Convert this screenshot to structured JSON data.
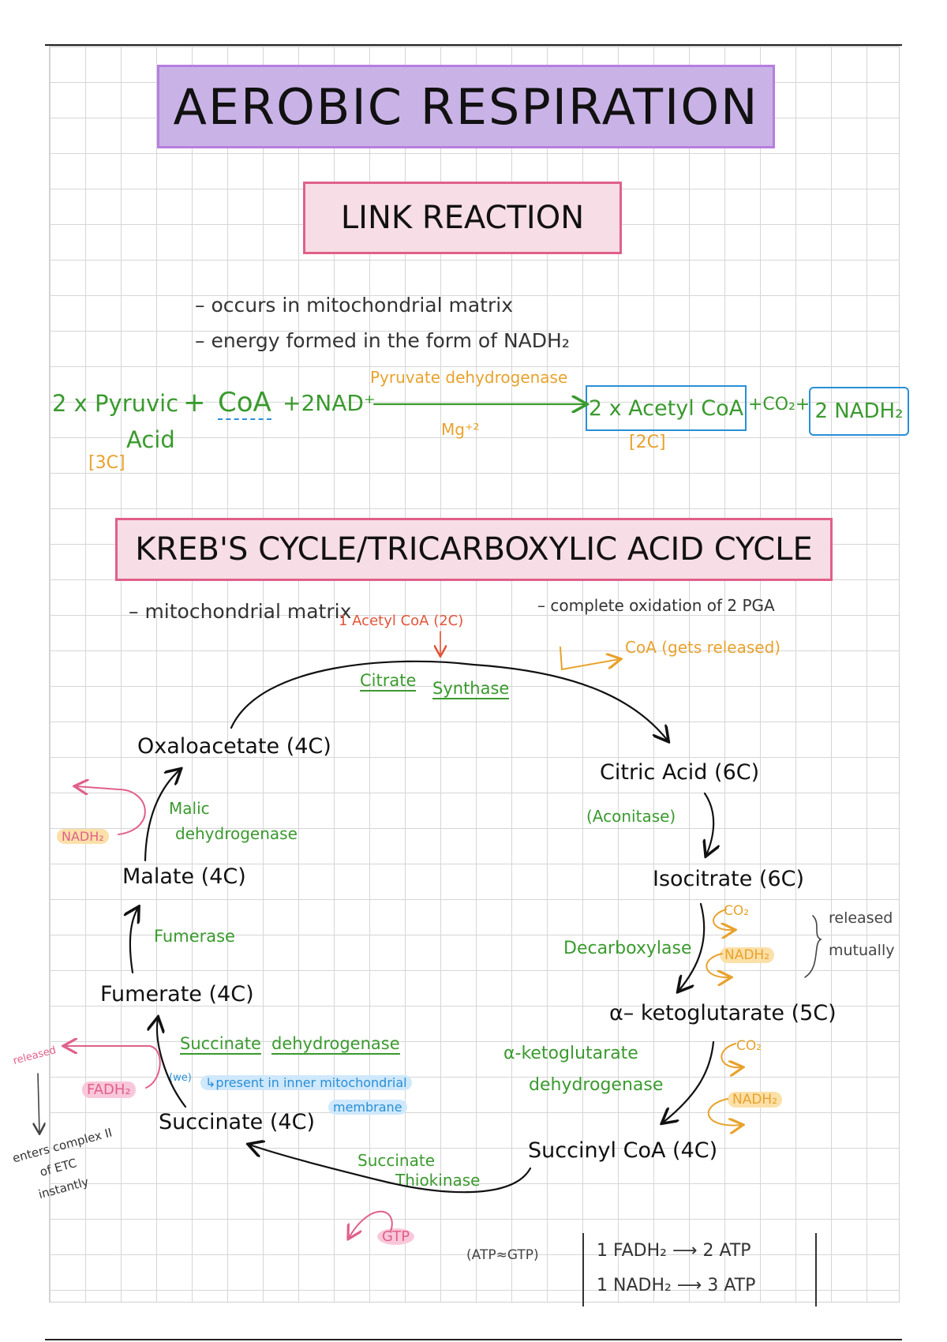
{
  "title": "AEROBIC RESPIRATION",
  "link": {
    "heading": "LINK REACTION",
    "bullets": [
      "– occurs in mitochondrial matrix",
      "– energy formed in the form of NADH₂"
    ],
    "eq": {
      "reactant1": "2 x Pyruvic",
      "reactant1b": "Acid",
      "plus1": "+",
      "coa": "CoA",
      "nad": "+2NAD⁺",
      "enzyme": "Pyruvate dehydrogenase",
      "cofactor": "Mg⁺²",
      "product1": "2 x Acetyl CoA",
      "plus2": "+CO₂+",
      "product2": "2 NADH₂",
      "label_3c": "[3C]",
      "label_2c": "[2C]"
    }
  },
  "kreb": {
    "heading": "KREB'S CYCLE/TRICARBOXYLIC ACID CYCLE",
    "note_left": "– mitochondrial matrix",
    "note_right": "– complete oxidation of 2 PGA",
    "acetyl": "1 Acetyl CoA (2C)",
    "coa_released": "CoA (gets released)",
    "citrate": "Citrate",
    "synthase": "Synthase",
    "oxaloacetate": "Oxaloacetate (4C)",
    "citric": "Citric Acid (6C)",
    "aconitase": "(Aconitase)",
    "isocitrate": "Isocitrate (6C)",
    "co2_a": "CO₂",
    "nadh_a": "NADH₂",
    "released": "released",
    "mutually": "mutually",
    "decarboxylase": "Decarboxylase",
    "akg": "α– ketoglutarate (5C)",
    "akgdh1": "α-ketoglutarate",
    "akgdh2": "dehydrogenase",
    "co2_b": "CO₂",
    "nadh_b": "NADH₂",
    "succinyl": "Succinyl CoA (4C)",
    "thio1": "Succinate",
    "thio2": "Thiokinase",
    "gtp": "GTP",
    "atp_gtp": "(ATP≈GTP)",
    "yield": [
      "1 FADH₂ ⟶ 2 ATP",
      "1 NADH₂ ⟶ 3 ATP"
    ],
    "succinate": "Succinate (4C)",
    "sdh1": "Succinate",
    "sdh2": "dehydrogenase",
    "we": "(we)",
    "membrane1": "↳present in inner mitochondrial",
    "membrane2": "membrane",
    "fadh": "FADH₂",
    "released2": "released",
    "etc": [
      "enters complex II",
      "of ETC",
      "instantly"
    ],
    "fumerate": "Fumerate (4C)",
    "fumerase": "Fumerase",
    "malate": "Malate (4C)",
    "malic1": "Malic",
    "malic2": "dehydrogenase",
    "nadh_c": "NADH₂"
  },
  "colors": {
    "title_fill": "#c9b3e6",
    "title_border": "#b57ee0",
    "heading_fill": "#f7dde5",
    "heading_border": "#e0608a",
    "green": "#3a9a2e",
    "orange": "#e8a22c",
    "blue": "#2a8fd6",
    "pink": "#e0608a"
  }
}
